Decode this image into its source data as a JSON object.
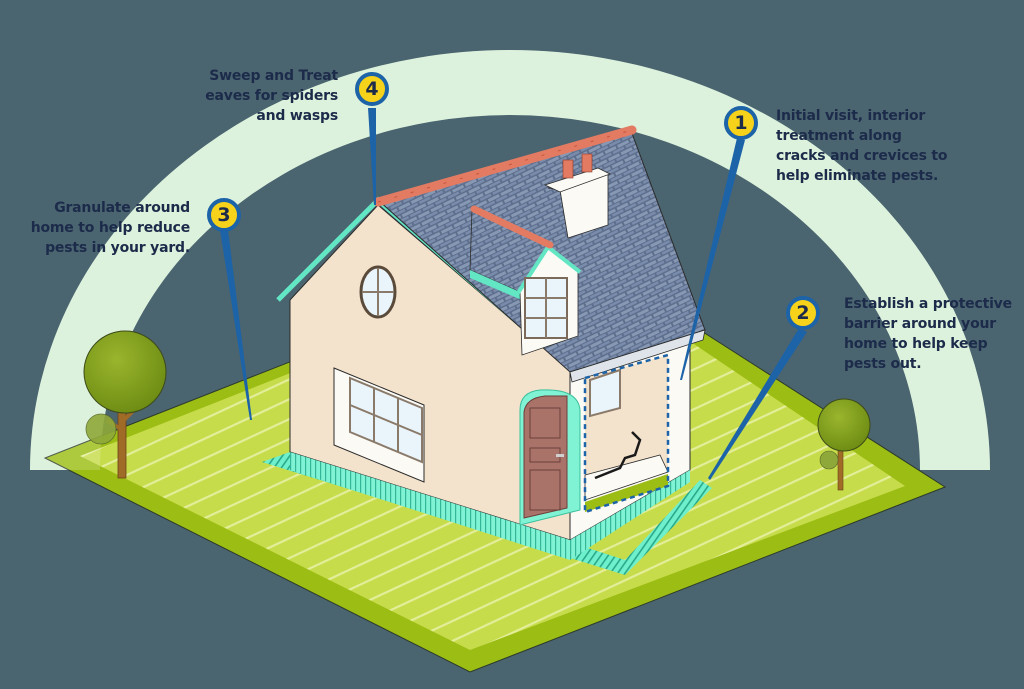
{
  "colors": {
    "background": "#4a6470",
    "ring": "#ddf7da",
    "lawn_light": "#c6dc4a",
    "lawn_dark": "#9cbd14",
    "pin_fill": "#f7d21a",
    "pin_stroke": "#1d63a8",
    "text": "#1c2b4a",
    "barrier": "#6ff0cc",
    "wall_cream": "#f3e3cd",
    "wall_white": "#fbfaf5",
    "roof": "#5a6d8a",
    "roof_tile": "#e37b62",
    "door": "#a9736a",
    "tree": "#7f9e1a",
    "trunk": "#a06b27"
  },
  "steps": [
    {
      "number": "1",
      "text_lines": [
        "Initial visit, interior",
        "treatment along",
        "cracks and crevices to",
        "help eliminate pests."
      ]
    },
    {
      "number": "2",
      "text_lines": [
        "Establish a protective",
        "barrier around your",
        "home to help keep",
        "pests out."
      ]
    },
    {
      "number": "3",
      "text_lines": [
        "Granulate around",
        "home to help reduce",
        "pests in your yard."
      ]
    },
    {
      "number": "4",
      "text_lines": [
        "Sweep and Treat",
        "eaves for spiders",
        "and wasps"
      ]
    }
  ]
}
